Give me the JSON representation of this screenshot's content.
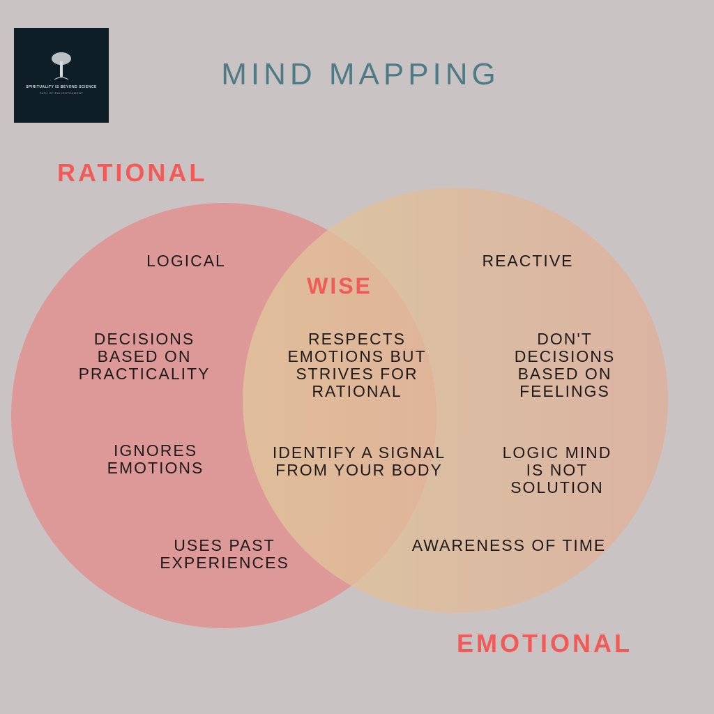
{
  "logo": {
    "line1": "SPIRITUALITY IS BEYOND SCIENCE",
    "line2": "PATH OF ENLIGHTENMENT"
  },
  "title": "MIND MAPPING",
  "labels": {
    "rational": "RATIONAL",
    "emotional": "EMOTIONAL",
    "wise": "WISE"
  },
  "colors": {
    "rational": "#dd9898",
    "emotional_start": "#e0c89a",
    "emotional_end": "#e0ae98",
    "heading": "#f25a58",
    "title": "#4e7a86"
  },
  "rational_items": [
    "LOGICAL",
    "DECISIONS\nBASED ON\nPRACTICALITY",
    "IGNORES\nEMOTIONS",
    "USES PAST\nEXPERIENCES"
  ],
  "wise_items": [
    "RESPECTS\nEMOTIONS BUT\nSTRIVES FOR\nRATIONAL",
    "IDENTIFY A SIGNAL\nFROM YOUR BODY"
  ],
  "emotional_items": [
    "REACTIVE",
    "DON'T\nDECISIONS\nBASED ON\nFEELINGS",
    "LOGIC MIND\nIS NOT\nSOLUTION",
    "AWARENESS OF TIME"
  ]
}
